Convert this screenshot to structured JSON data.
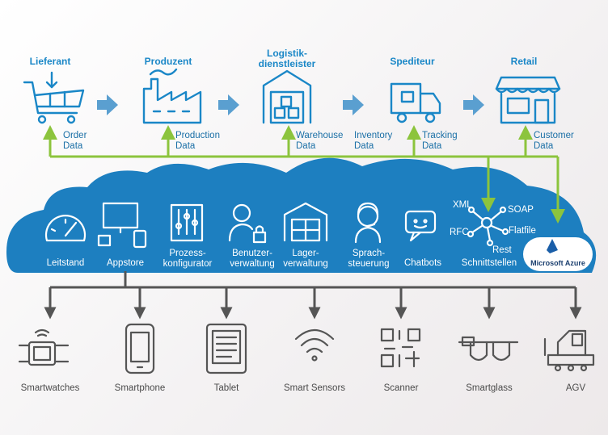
{
  "supply_chain": [
    {
      "title": "Lieferant",
      "data_label": "Order\nData"
    },
    {
      "title": "Produzent",
      "data_label": "Production\nData"
    },
    {
      "title": "Logistik-\ndienstleister",
      "data_label": "Warehouse\nData"
    },
    {
      "title": "Spediteur",
      "data_label_left": "Inventory\nData",
      "data_label": "Tracking\nData"
    },
    {
      "title": "Retail",
      "data_label": "Customer\nData"
    }
  ],
  "cloud_modules": [
    {
      "label": "Leitstand",
      "icon": "gauge-icon"
    },
    {
      "label": "Appstore",
      "icon": "monitor-apps-icon"
    },
    {
      "label": "Prozess-\nkonfigurator",
      "icon": "sliders-icon"
    },
    {
      "label": "Benutzer-\nverwaltung",
      "icon": "user-lock-icon"
    },
    {
      "label": "Lager-\nverwaltung",
      "icon": "warehouse-icon"
    },
    {
      "label": "Sprach-\nsteuerung",
      "icon": "headset-icon"
    },
    {
      "label": "Chatbots",
      "icon": "chat-icon"
    },
    {
      "label": "Schnittstellen",
      "icon": "network-icon"
    }
  ],
  "interfaces": [
    "XML",
    "SOAP",
    "RFC",
    "Flatfile",
    "Rest"
  ],
  "azure_label": "Microsoft Azure",
  "devices": [
    {
      "label": "Smartwatches",
      "icon": "smartwatch-icon"
    },
    {
      "label": "Smartphone",
      "icon": "smartphone-icon"
    },
    {
      "label": "Tablet",
      "icon": "tablet-icon"
    },
    {
      "label": "Smart Sensors",
      "icon": "wifi-sensor-icon"
    },
    {
      "label": "Scanner",
      "icon": "qr-code-icon"
    },
    {
      "label": "Smartglass",
      "icon": "smartglass-icon"
    },
    {
      "label": "AGV",
      "icon": "agv-icon"
    }
  ],
  "colors": {
    "blue": "#1a87c7",
    "cloud": "#1d7fc0",
    "green": "#8cc43d",
    "gray": "#555555",
    "arrow": "#5a9fd0"
  }
}
